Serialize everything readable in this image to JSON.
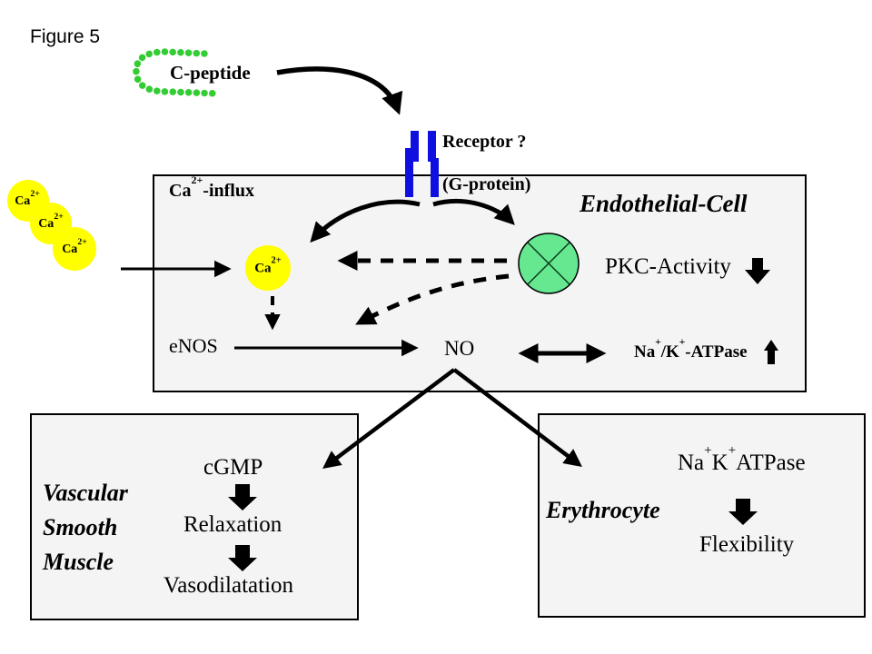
{
  "figure_label": "Figure 5",
  "colors": {
    "box_fill": "#f4f4f4",
    "receptor_blue": "#0f0fe0",
    "calcium_yellow": "#ffff00",
    "pkc_green": "#66e890",
    "peptide_green": "#33cc33",
    "line_black": "#000000"
  },
  "c_peptide": {
    "label": "C-peptide"
  },
  "receptor": {
    "label": "Receptor ?",
    "g_protein": "(G-protein)"
  },
  "endothelial": {
    "title": "Endothelial-Cell",
    "ca_influx": {
      "base": "Ca",
      "sup": "2+",
      "rest": "-influx"
    },
    "pkc_activity": "PKC-Activity",
    "enos": "eNOS",
    "no": "NO",
    "atpase": {
      "p1": "Na",
      "s1": "+",
      "p2": "/K",
      "s2": "+",
      "p3": "-ATPase"
    }
  },
  "calcium_ion": {
    "base": "Ca",
    "sup": "2+"
  },
  "vascular_box": {
    "title_lines": [
      "Vascular",
      "Smooth",
      "Muscle"
    ],
    "steps": [
      "cGMP",
      "Relaxation",
      "Vasodilatation"
    ]
  },
  "erythrocyte_box": {
    "title": "Erythrocyte",
    "atpase": {
      "p1": "Na",
      "s1": "+",
      "p2": "K",
      "s2": "+",
      "p3": "ATPase"
    },
    "result": "Flexibility"
  }
}
